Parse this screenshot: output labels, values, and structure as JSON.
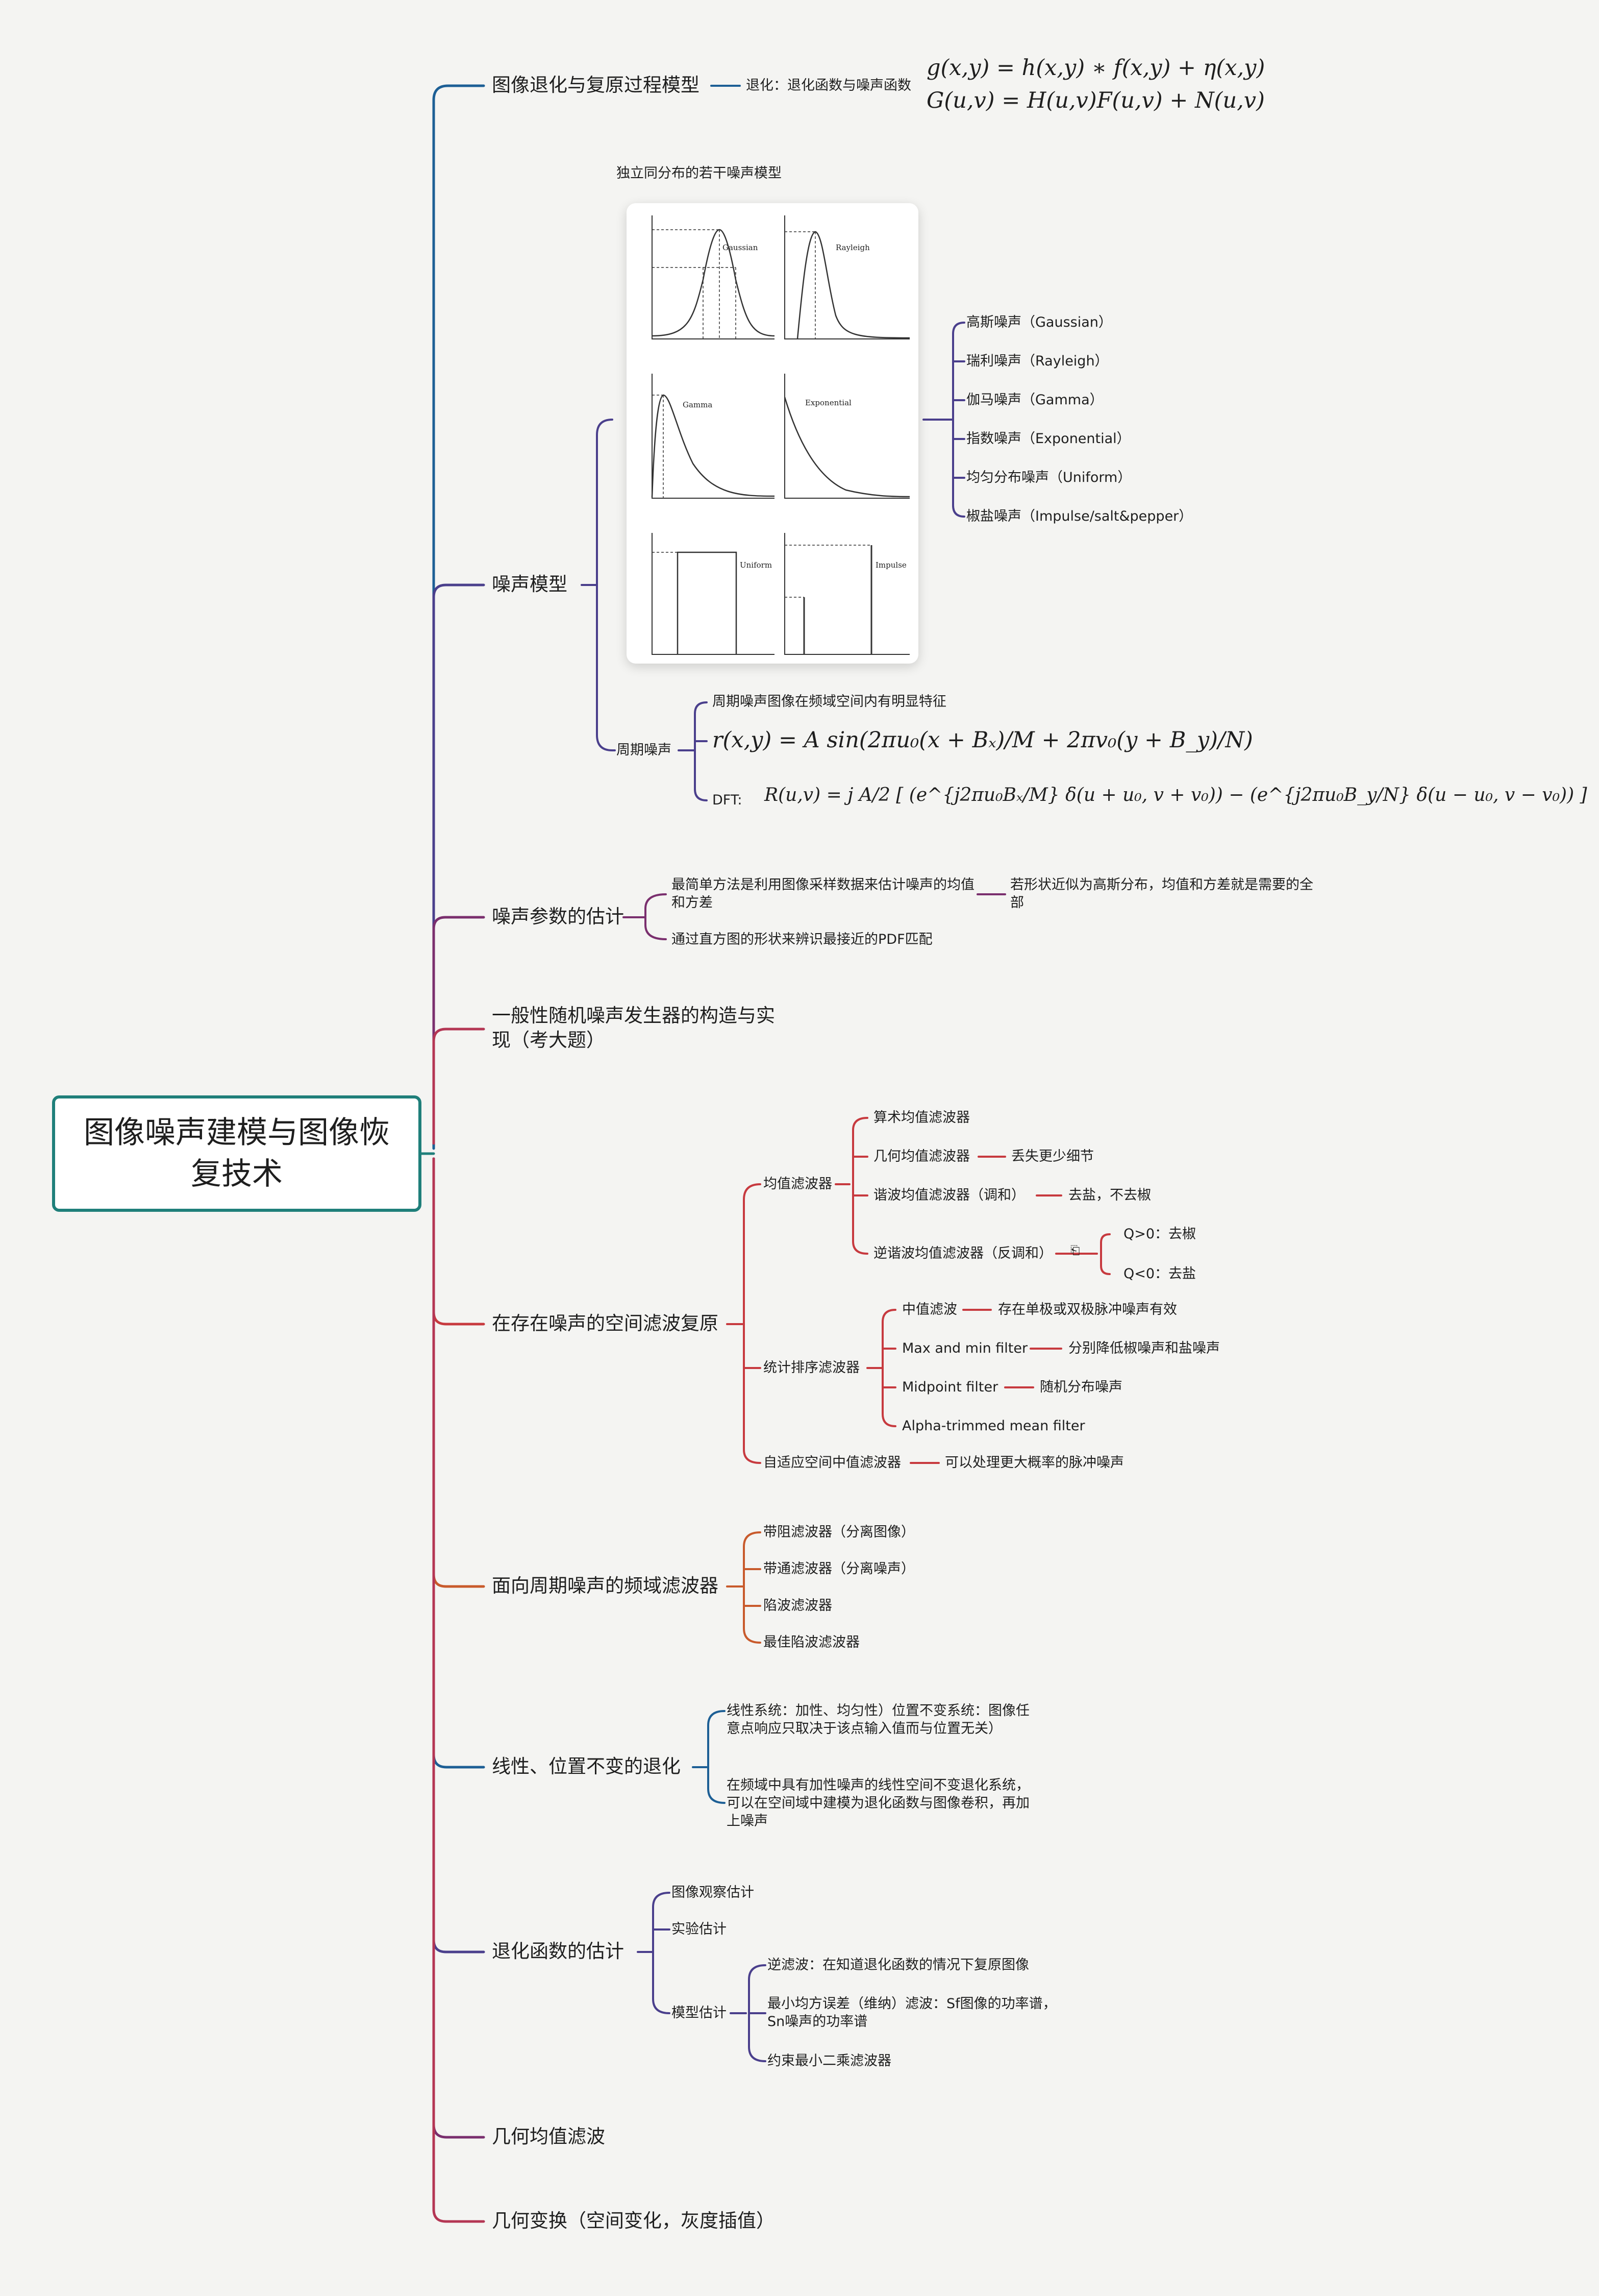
{
  "root": {
    "title": "图像噪声建模与图像恢复技术"
  },
  "colors": {
    "c1": "#1d5f95",
    "c2": "#4a3f8c",
    "c3": "#7a2f6e",
    "c4": "#b43654",
    "c5": "#c73a3f",
    "c6": "#c85a2c",
    "c7": "#1d5f95",
    "c8": "#4a3f8c",
    "c9": "#7a2f6e",
    "c10": "#b43654",
    "root_border": "#1f7f7a"
  },
  "b1": {
    "label": "图像退化与复原过程模型",
    "child": "退化：退化函数与噪声函数",
    "eq1": "g(x,y) = h(x,y) ∗ f(x,y) + η(x,y)",
    "eq2": "G(u,v) = H(u,v)F(u,v) + N(u,v)"
  },
  "b2": {
    "label": "噪声模型",
    "caption": "独立同分布的若干噪声模型",
    "plots": {
      "gaussian": "Gaussian",
      "rayleigh": "Rayleigh",
      "gamma": "Gamma",
      "exponential": "Exponential",
      "uniform": "Uniform",
      "impulse": "Impulse"
    },
    "types": [
      "高斯噪声（Gaussian）",
      "瑞利噪声（Rayleigh）",
      "伽马噪声（Gamma）",
      "指数噪声（Exponential）",
      "均匀分布噪声（Uniform）",
      "椒盐噪声（Impulse/salt&pepper）"
    ],
    "periodic": {
      "label": "周期噪声",
      "feature": "周期噪声图像在频域空间内有明显特征",
      "formula": "r(x,y) = A sin(2πu₀(x + Bₓ)/M + 2πv₀(y + B_y)/N)",
      "dft_label": "DFT:",
      "dft": "R(u,v) = j A/2 [ (e^{j2πu₀Bₓ/M} δ(u + u₀, v + v₀)) − (e^{j2πu₀B_y/N} δ(u − u₀, v − v₀)) ]"
    }
  },
  "b3": {
    "label": "噪声参数的估计",
    "c1": "最简单方法是利用图像采样数据来估计噪声的均值和方差",
    "c1_note": "若形状近似为高斯分布，均值和方差就是需要的全部",
    "c2": "通过直方图的形状来辨识最接近的PDF匹配"
  },
  "b4": {
    "label": "一般性随机噪声发生器的构造与实现（考大题）"
  },
  "b5": {
    "label": "在存在噪声的空间滤波复原",
    "mean": {
      "label": "均值滤波器",
      "arith": "算术均值滤波器",
      "geo": "几何均值滤波器",
      "geo_note": "丢失更少细节",
      "harm": "谐波均值滤波器（调和）",
      "harm_note": "去盐，不去椒",
      "contra": "逆谐波均值滤波器（反调和）",
      "q_pos": "Q>0：去椒",
      "q_neg": "Q<0：去盐"
    },
    "order": {
      "label": "统计排序滤波器",
      "median": "中值滤波",
      "median_note": "存在单极或双极脉冲噪声有效",
      "maxmin": "Max and min filter",
      "maxmin_note": "分别降低椒噪声和盐噪声",
      "mid": "Midpoint filter",
      "mid_note": "随机分布噪声",
      "alpha": "Alpha-trimmed mean filter"
    },
    "adaptive": {
      "label": "自适应空间中值滤波器",
      "note": "可以处理更大概率的脉冲噪声"
    }
  },
  "b6": {
    "label": "面向周期噪声的频域滤波器",
    "items": [
      "带阻滤波器（分离图像）",
      "带通滤波器（分离噪声）",
      "陷波滤波器",
      "最佳陷波滤波器"
    ]
  },
  "b7": {
    "label": "线性、位置不变的退化",
    "c1": "线性系统：加性、均匀性）位置不变系统：图像任意点响应只取决于该点输入值而与位置无关）",
    "c2": "在频域中具有加性噪声的线性空间不变退化系统，可以在空间域中建模为退化函数与图像卷积，再加上噪声"
  },
  "b8": {
    "label": "退化函数的估计",
    "obs": "图像观察估计",
    "exp": "实验估计",
    "model": "模型估计",
    "inverse": "逆滤波：在知道退化函数的情况下复原图像",
    "wiener": "最小均方误差（维纳）滤波：Sf图像的功率谱，Sn噪声的功率谱",
    "cls": "约束最小二乘滤波器"
  },
  "b9": {
    "label": "几何均值滤波"
  },
  "b10": {
    "label": "几何变换（空间变化，灰度插值）"
  }
}
